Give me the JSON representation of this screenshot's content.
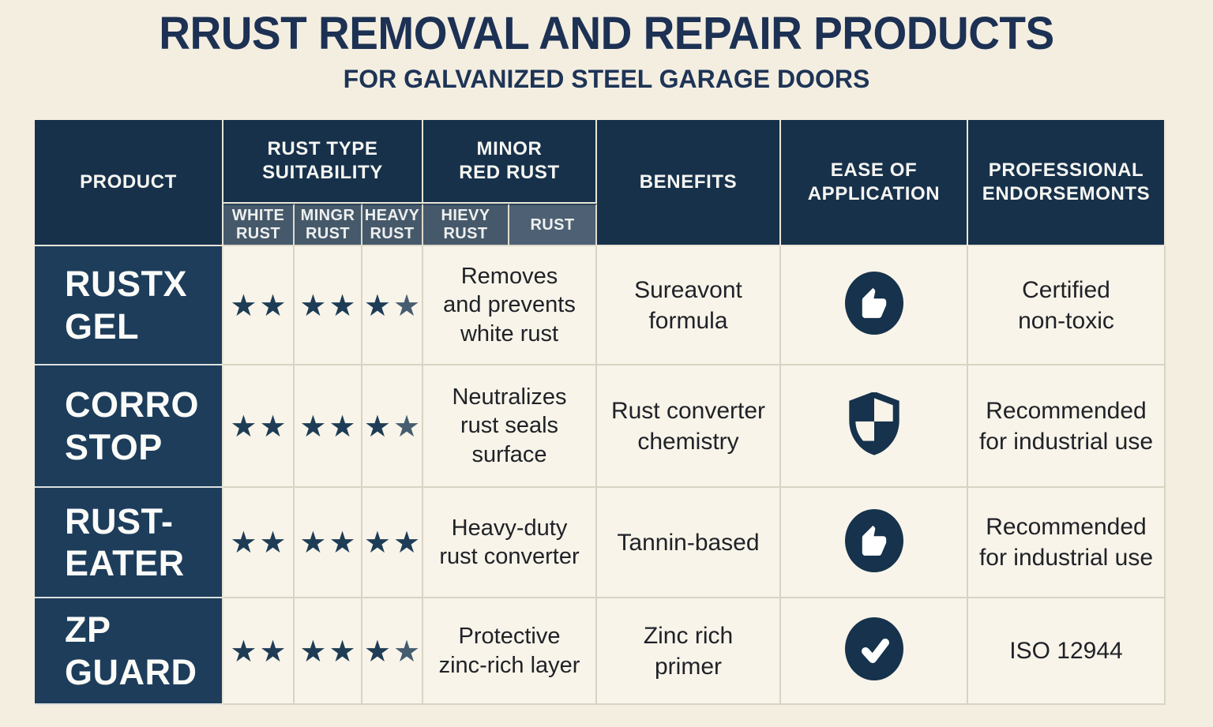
{
  "chart_data": {
    "type": "table",
    "title": "RRUST REMOVAL AND REPAIR PRODUCTS",
    "subtitle": "FOR GALVANIZED STEEL GARAGE DOORS",
    "columns": {
      "product": "PRODUCT",
      "rust_type_suitability": "RUST TYPE\nSUITABILITY",
      "minor_red_rust": "MINOR\nRED RUST",
      "benefits": "BENEFITS",
      "ease_of_application": "EASE OF\nAPPLICATION",
      "professional_endorsements": "PROFESSIONAL\nENDORSEMONTS",
      "subheaders": [
        "WHITE\nRUST",
        "MINGR\nRUST",
        "HEAVY\nRUST",
        "HIEVY\nRUST",
        "RUST"
      ]
    },
    "rows": [
      {
        "product": "RUSTX\nGEL",
        "stars": {
          "white_rust": [
            "dark",
            "dark"
          ],
          "mingr_rust": [
            "dark",
            "dark"
          ],
          "heavy_rust": [
            "dark",
            "light"
          ]
        },
        "minor_red_rust": "Removes\nand prevents\nwhite rust",
        "benefits": "Sureavont\nformula",
        "ease_icon": "thumbs-up",
        "endorsement": "Certified\nnon-toxic"
      },
      {
        "product": "CORRO\nSTOP",
        "stars": {
          "white_rust": [
            "dark",
            "dark"
          ],
          "mingr_rust": [
            "dark",
            "dark"
          ],
          "heavy_rust": [
            "dark",
            "light"
          ]
        },
        "minor_red_rust": "Neutralizes\nrust seals\nsurface",
        "benefits": "Rust converter\nchemistry",
        "ease_icon": "shield",
        "endorsement": "Recommended\nfor industrial use"
      },
      {
        "product": "RUST-\nEATER",
        "stars": {
          "white_rust": [
            "dark",
            "dark"
          ],
          "mingr_rust": [
            "dark",
            "dark"
          ],
          "heavy_rust": [
            "dark",
            "dark"
          ]
        },
        "minor_red_rust": "Heavy-duty\nrust converter",
        "benefits": "Tannin-based",
        "ease_icon": "thumbs-up",
        "endorsement": "Recommended\nfor industrial use"
      },
      {
        "product": "ZP\nGUARD",
        "stars": {
          "white_rust": [
            "dark",
            "dark"
          ],
          "mingr_rust": [
            "dark",
            "dark"
          ],
          "heavy_rust": [
            "dark",
            "light"
          ]
        },
        "minor_red_rust": "Protective\nzinc-rich layer",
        "benefits": "Zinc rich\nprimer",
        "ease_icon": "check",
        "endorsement": "ISO 12944"
      }
    ],
    "legend": "none",
    "colors": {
      "header_navy": "#17314b",
      "product_navy": "#1d3d5b",
      "subheader_slate": "#46596b",
      "page_background": "#f4eee1",
      "cell_background": "#f8f4e9",
      "star_dark": "#1e3c55",
      "star_light": "#465d70",
      "body_text": "#202228",
      "title_text": "#1c3153"
    }
  }
}
